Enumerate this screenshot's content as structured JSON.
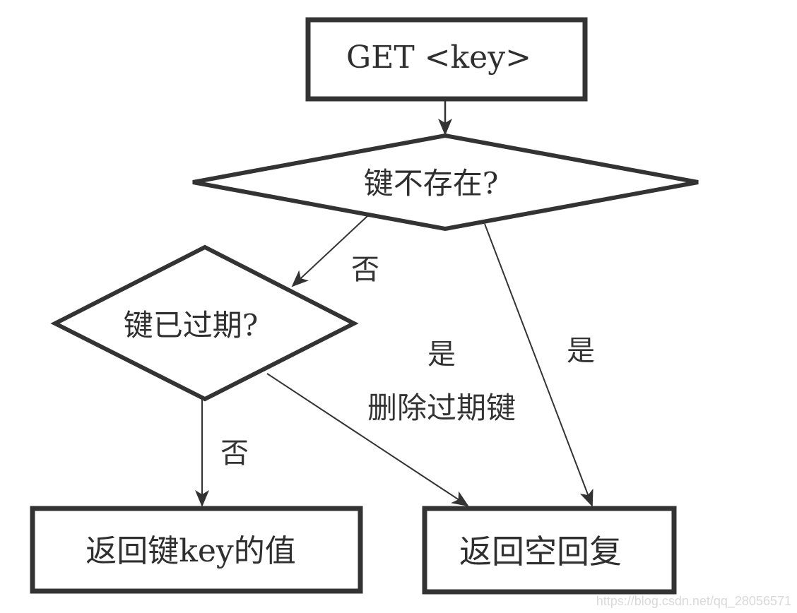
{
  "diagram": {
    "type": "flowchart",
    "colors": {
      "stroke": "#333333",
      "text": "#2f2f2f",
      "background": "#ffffff",
      "watermark": "#d9d9d9"
    },
    "nodes": {
      "start": {
        "shape": "rectangle",
        "label": "GET <key>"
      },
      "key_missing": {
        "shape": "diamond",
        "label": "键不存在?"
      },
      "key_expired": {
        "shape": "diamond",
        "label": "键已过期?"
      },
      "return_value": {
        "shape": "rectangle",
        "label": "返回键key的值"
      },
      "return_nil": {
        "shape": "rectangle",
        "label": "返回空回复"
      }
    },
    "edges": [
      {
        "from": "start",
        "to": "key_missing",
        "label": ""
      },
      {
        "from": "key_missing",
        "to": "key_expired",
        "label": "否"
      },
      {
        "from": "key_missing",
        "to": "return_nil",
        "label": "是"
      },
      {
        "from": "key_expired",
        "to": "return_value",
        "label": "否"
      },
      {
        "from": "key_expired",
        "to": "return_nil",
        "label": "是",
        "action": "删除过期键"
      }
    ]
  },
  "labels": {
    "missing_no": "否",
    "missing_yes": "是",
    "expired_no": "否",
    "expired_yes": "是",
    "expired_yes_action": "删除过期键"
  },
  "watermark": "https://blog.csdn.net/qq_28056571"
}
